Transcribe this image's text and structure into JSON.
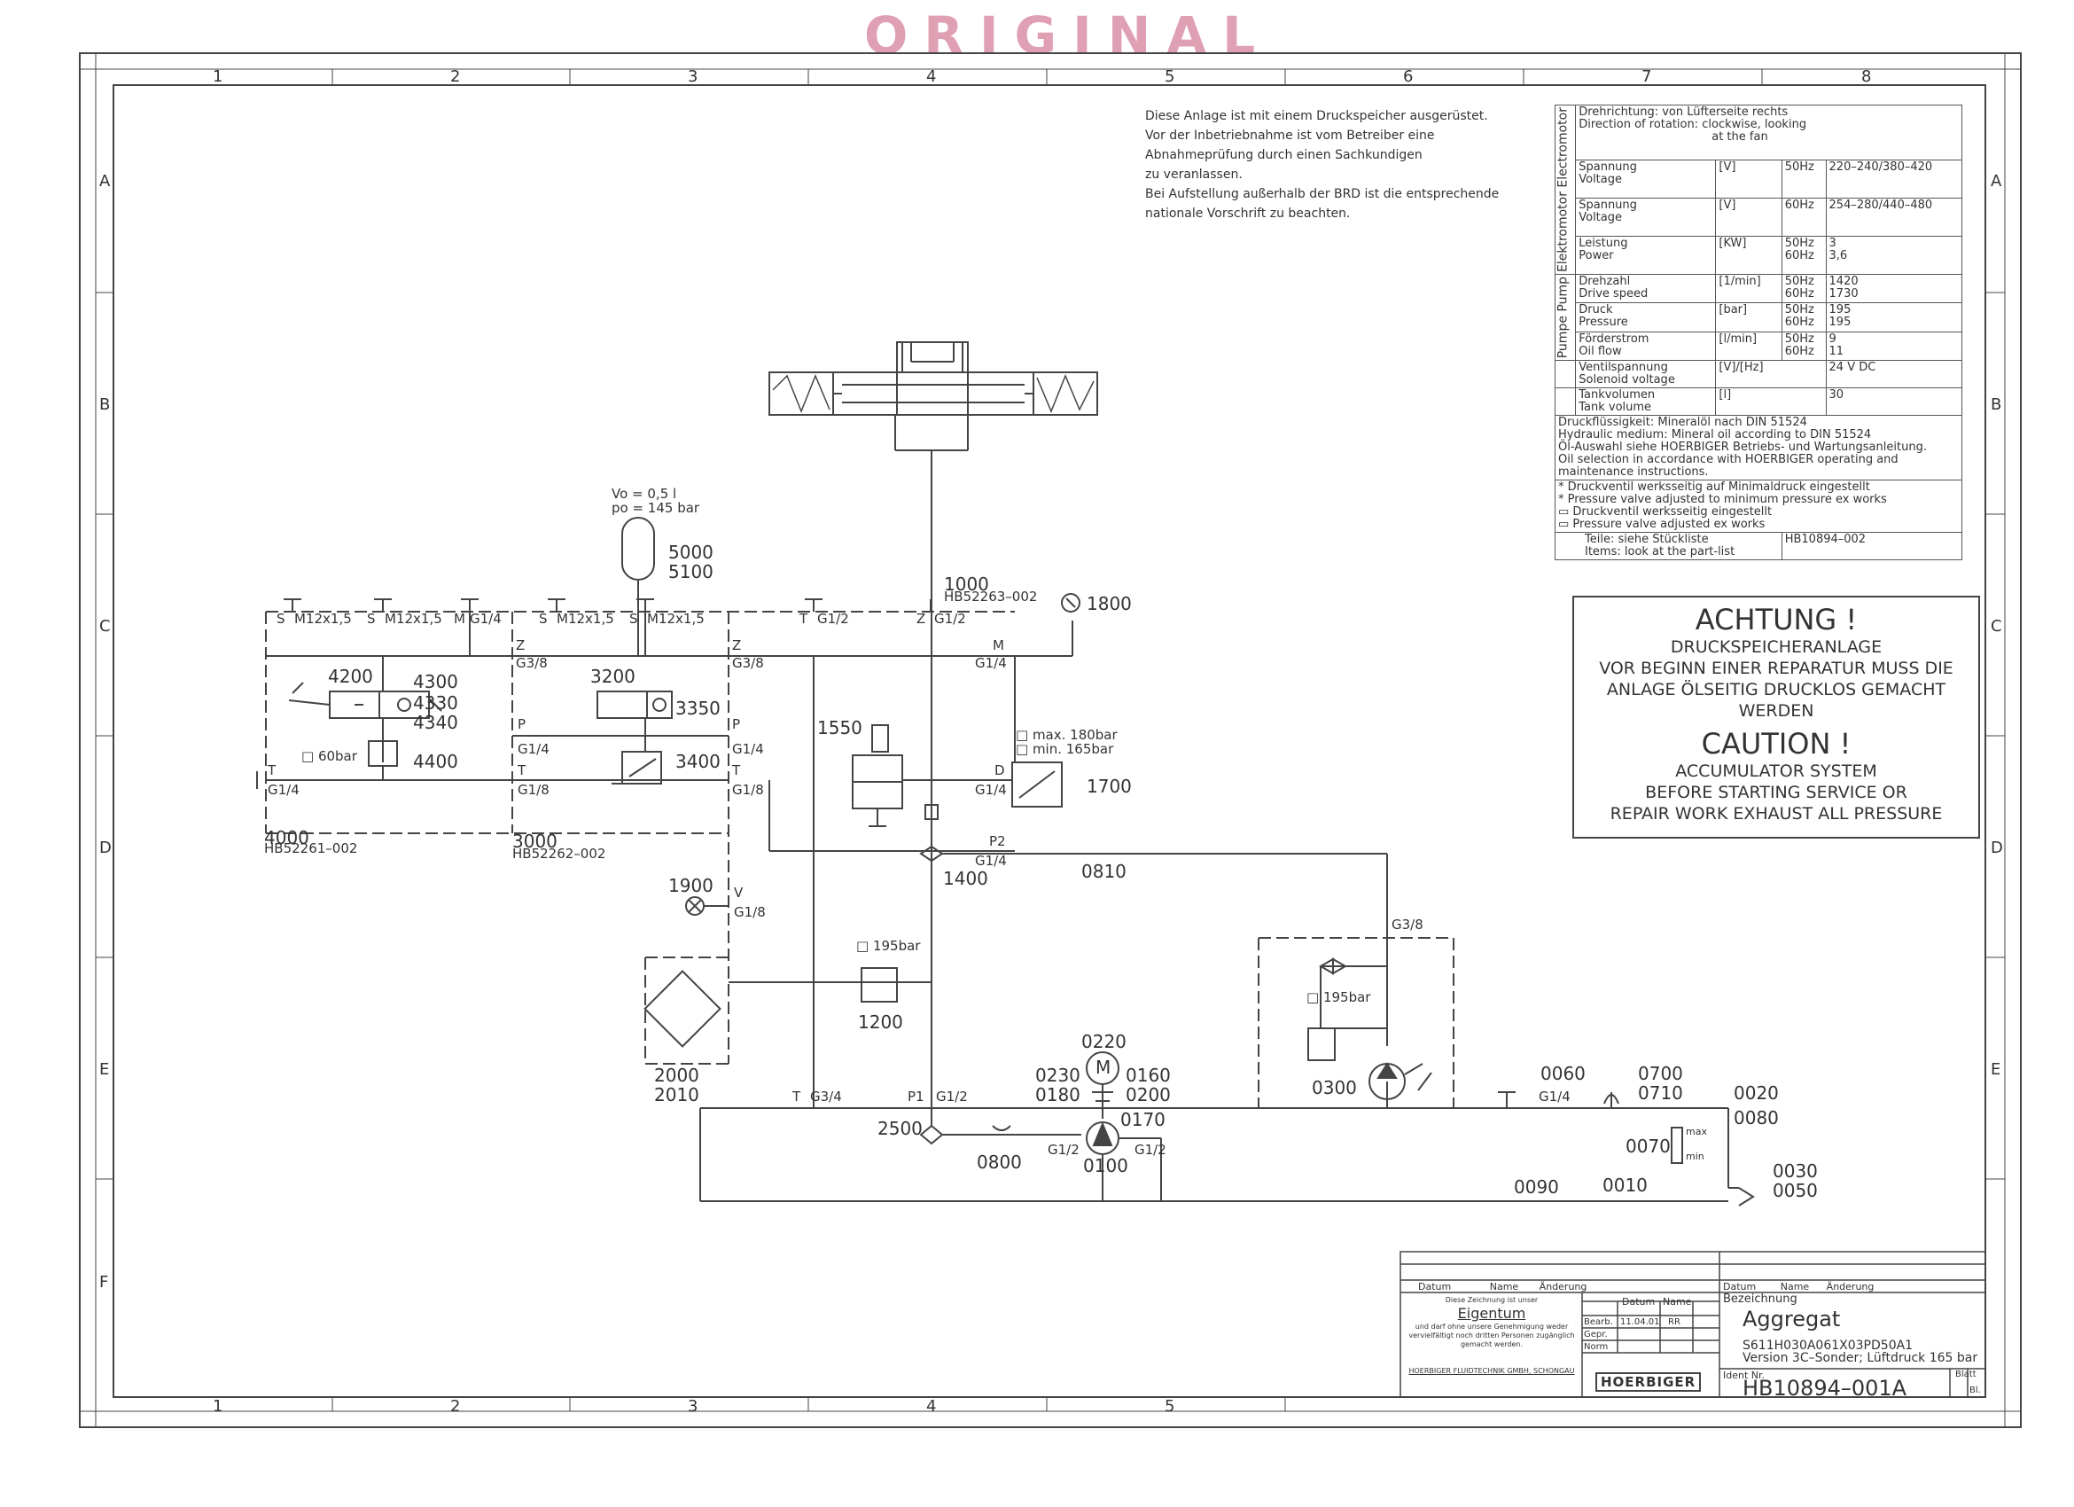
{
  "stamp": "ORIGINAL",
  "grid": {
    "columns": [
      "1",
      "2",
      "3",
      "4",
      "5",
      "6",
      "7",
      "8"
    ],
    "rows": [
      "A",
      "B",
      "C",
      "D",
      "E",
      "F"
    ]
  },
  "note": [
    "Diese Anlage ist mit einem Druckspeicher ausgerüstet.",
    "Vor der Inbetriebnahme ist vom Betreiber eine",
    "Abnahmeprüfung durch einen Sachkundigen",
    "zu veranlassen.",
    "Bei Aufstellung außerhalb der BRD ist die entsprechende",
    "nationale Vorschrift zu beachten."
  ],
  "spec": {
    "group_motor": "Elektromotor Electromotor",
    "group_pump": "Pumpe Pump",
    "rotation": [
      "Drehrichtung: von Lüfterseite rechts",
      "Direction of rotation: clockwise, looking",
      "at the fan"
    ],
    "voltage50_label": [
      "Spannung",
      "Voltage"
    ],
    "voltage50_unit": "[V]",
    "voltage50_hz": "50Hz",
    "voltage50_value": "220–240/380–420",
    "voltage60_label": [
      "Spannung",
      "Voltage"
    ],
    "voltage60_unit": "[V]",
    "voltage60_hz": "60Hz",
    "voltage60_value": "254–280/440–480",
    "power_label": [
      "Leistung",
      "Power"
    ],
    "power_unit": "[KW]",
    "power_hz": [
      "50Hz",
      "60Hz"
    ],
    "power_value": [
      "3",
      "3,6"
    ],
    "speed_label": [
      "Drehzahl",
      "Drive speed"
    ],
    "speed_unit": "[1/min]",
    "speed_hz": [
      "50Hz",
      "60Hz"
    ],
    "speed_value": [
      "1420",
      "1730"
    ],
    "pressure_label": [
      "Druck",
      "Pressure"
    ],
    "pressure_unit": "[bar]",
    "pressure_hz": [
      "50Hz",
      "60Hz"
    ],
    "pressure_value": [
      "195",
      "195"
    ],
    "flow_label": [
      "Förderstrom",
      "Oil flow"
    ],
    "flow_unit": "[l/min]",
    "flow_hz": [
      "50Hz",
      "60Hz"
    ],
    "flow_value": [
      "9",
      "11"
    ],
    "solenoid_label": [
      "Ventilspannung",
      "Solenoid voltage"
    ],
    "solenoid_unit": "[V]/[Hz]",
    "solenoid_value": "24 V DC",
    "tank_label": [
      "Tankvolumen",
      "Tank volume"
    ],
    "tank_unit": "[l]",
    "tank_value": "30",
    "fluid": [
      "Druckflüssigkeit:    Mineralöl nach DIN 51524",
      "Hydraulic medium:  Mineral oil according to DIN 51524",
      "Öl-Auswahl siehe HOERBIGER Betriebs- und Wartungsanleitung.",
      "Oil selection in accordance with HOERBIGER operating and",
      "maintenance instructions."
    ],
    "valves": [
      "*   Druckventil werksseitig auf Minimaldruck eingestellt",
      "*   Pressure valve adjusted to minimum pressure ex works",
      "▭ Druckventil werksseitig eingestellt",
      "▭ Pressure valve adjusted ex works"
    ],
    "parts": [
      "Teile:  siehe Stückliste",
      "Items:  look at the part-list"
    ],
    "parts_ref": "HB10894–002"
  },
  "warning": {
    "title_de": "ACHTUNG !",
    "text_de": [
      "DRUCKSPEICHERANLAGE",
      "VOR BEGINN EINER REPARATUR MUSS DIE",
      "ANLAGE ÖLSEITIG DRUCKLOS GEMACHT WERDEN"
    ],
    "title_en": "CAUTION !",
    "text_en": [
      "ACCUMULATOR SYSTEM",
      "BEFORE STARTING SERVICE OR",
      "REPAIR WORK EXHAUST ALL PRESSURE"
    ]
  },
  "labels": {
    "acc_vo": "Vo = 0,5 l",
    "acc_po": "po = 145 bar",
    "p5000": "5000",
    "p5100": "5100",
    "p1000": "1000",
    "hb1000": "HB52263–002",
    "p1800": "1800",
    "p4200": "4200",
    "p4300": "4300",
    "p4330": "4330",
    "p4340": "4340",
    "p4400": "4400",
    "bar60": "□ 60bar",
    "p3200": "3200",
    "p3350": "3350",
    "p3400": "3400",
    "p4000": "4000",
    "hb4000": "HB52261–002",
    "p3000": "3000",
    "hb3000": "HB52262–002",
    "p1550": "1550",
    "p1700": "1700",
    "max180": "□ max. 180bar",
    "min165": "□ min. 165bar",
    "p1400": "1400",
    "p0810": "0810",
    "p1900": "1900",
    "p1200": "1200",
    "bar195a": "□ 195bar",
    "p2000": "2000",
    "p2010": "2010",
    "p2500": "2500",
    "p0800": "0800",
    "p0220": "0220",
    "motor_m": "M",
    "p0230": "0230",
    "p0180": "0180",
    "p0160": "0160",
    "p0200": "0200",
    "p0170": "0170",
    "p0100": "0100",
    "p0300": "0300",
    "bar195b": "□ 195bar",
    "p0060": "0060",
    "p0700": "0700",
    "p0710": "0710",
    "p0020": "0020",
    "p0080": "0080",
    "p0070": "0070",
    "max": "max",
    "min": "min",
    "p0090": "0090",
    "p0010": "0010",
    "p0030": "0030",
    "p0050": "0050",
    "port_S1": "S",
    "port_M12a": "M12x1,5",
    "port_S2": "S",
    "port_M12b": "M12x1,5",
    "port_M": "M",
    "port_G14a": "G1/4",
    "port_S3": "S",
    "port_M12c": "M12x1,5",
    "port_S4": "S",
    "port_M12d": "M12x1,5",
    "port_T1": "T",
    "port_G12a": "G1/2",
    "port_Z1": "Z",
    "port_G12b": "G1/2",
    "port_Z2": "Z",
    "port_G38a": "G3/8",
    "port_Z3": "Z",
    "port_G38b": "G3/8",
    "port_M2": "M",
    "port_G14b": "G1/4",
    "port_P1": "P",
    "port_G14c": "G1/4",
    "port_P2": "P",
    "port_G14d": "G1/4",
    "port_T2": "T",
    "port_G14e": "G1/4",
    "port_T3": "T",
    "port_G18a": "G1/8",
    "port_T4": "T",
    "port_G18b": "G1/8",
    "port_D": "D",
    "port_G14f": "G1/4",
    "port_P2b": "P2",
    "port_G14g": "G1/4",
    "port_V": "V",
    "port_G18c": "G1/8",
    "port_G38c": "G3/8",
    "port_T5": "T",
    "port_G34": "G3/4",
    "port_P1b": "P1",
    "port_G12c": "G1/2",
    "port_G12d": "G1/2",
    "port_G12e": "G1/2",
    "port_G14h": "G1/4"
  },
  "titleblock": {
    "rev_header": [
      "Datum",
      "Name",
      "Änderung"
    ],
    "rev_header2": [
      "Datum",
      "Name",
      "Änderung"
    ],
    "owner_title": "Diese Zeichnung ist unser",
    "owner": "Eigentum",
    "owner_text": "und darf ohne unsere Genehmigung weder vervielfältigt noch dritten Personen zugänglich gemacht werden.",
    "company": "HOERBIGER FLUIDTECHNIK GMBH, SCHONGAU",
    "col_datum": "Datum",
    "col_name": "Name",
    "bearb": "Bearb.",
    "bearb_date": "11.04.01",
    "bearb_name": "RR",
    "gepr": "Gepr.",
    "norm": "Norm",
    "logo": "HOERBIGER",
    "bez_label": "Bezeichnung",
    "bez": "Aggregat",
    "code": "S611H030A061X03PD50A1",
    "version": "Version 3C–Sonder; Lüftdruck 165 bar",
    "ident_label": "Ident Nr.",
    "ident": "HB10894–001A",
    "blatt": "Blatt",
    "bl": "Bl."
  }
}
